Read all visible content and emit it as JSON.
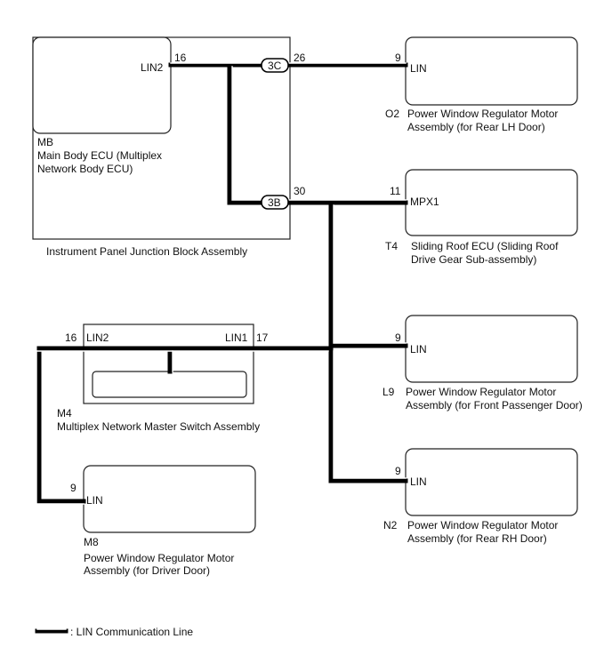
{
  "junction_block": {
    "label": "Instrument Panel Junction Block Assembly"
  },
  "main_body_ecu": {
    "code": "MB",
    "name_line1": "Main Body ECU (Multiplex",
    "name_line2": "Network Body ECU)",
    "terminal": "LIN2",
    "pin": "16"
  },
  "connectors": {
    "c3c": {
      "label": "3C",
      "pin": "26"
    },
    "c3b": {
      "label": "3B",
      "pin": "30"
    }
  },
  "o2": {
    "code": "O2",
    "name_line1": "Power Window Regulator Motor",
    "name_line2": "Assembly (for Rear LH Door)",
    "terminal": "LIN",
    "pin": "9"
  },
  "t4": {
    "code": "T4",
    "name_line1": "Sliding Roof ECU (Sliding Roof",
    "name_line2": "Drive  Gear Sub-assembly)",
    "terminal": "MPX1",
    "pin": "11"
  },
  "l9": {
    "code": "L9",
    "name_line1": "Power Window Regulator Motor",
    "name_line2": "Assembly (for Front Passenger Door)",
    "terminal": "LIN",
    "pin": "9"
  },
  "n2": {
    "code": "N2",
    "name_line1": "Power Window Regulator Motor",
    "name_line2": "Assembly (for Rear RH Door)",
    "terminal": "LIN",
    "pin": "9"
  },
  "m4": {
    "code": "M4",
    "name": "Multiplex Network Master Switch Assembly",
    "terminal_left": "LIN2",
    "pin_left": "16",
    "terminal_right": "LIN1",
    "pin_right": "17"
  },
  "m8": {
    "code": "M8",
    "name_line1": "Power Window Regulator Motor",
    "name_line2": "Assembly (for Driver Door)",
    "terminal": "LIN",
    "pin": "9"
  },
  "legend": {
    "label": ": LIN Communication Line"
  }
}
